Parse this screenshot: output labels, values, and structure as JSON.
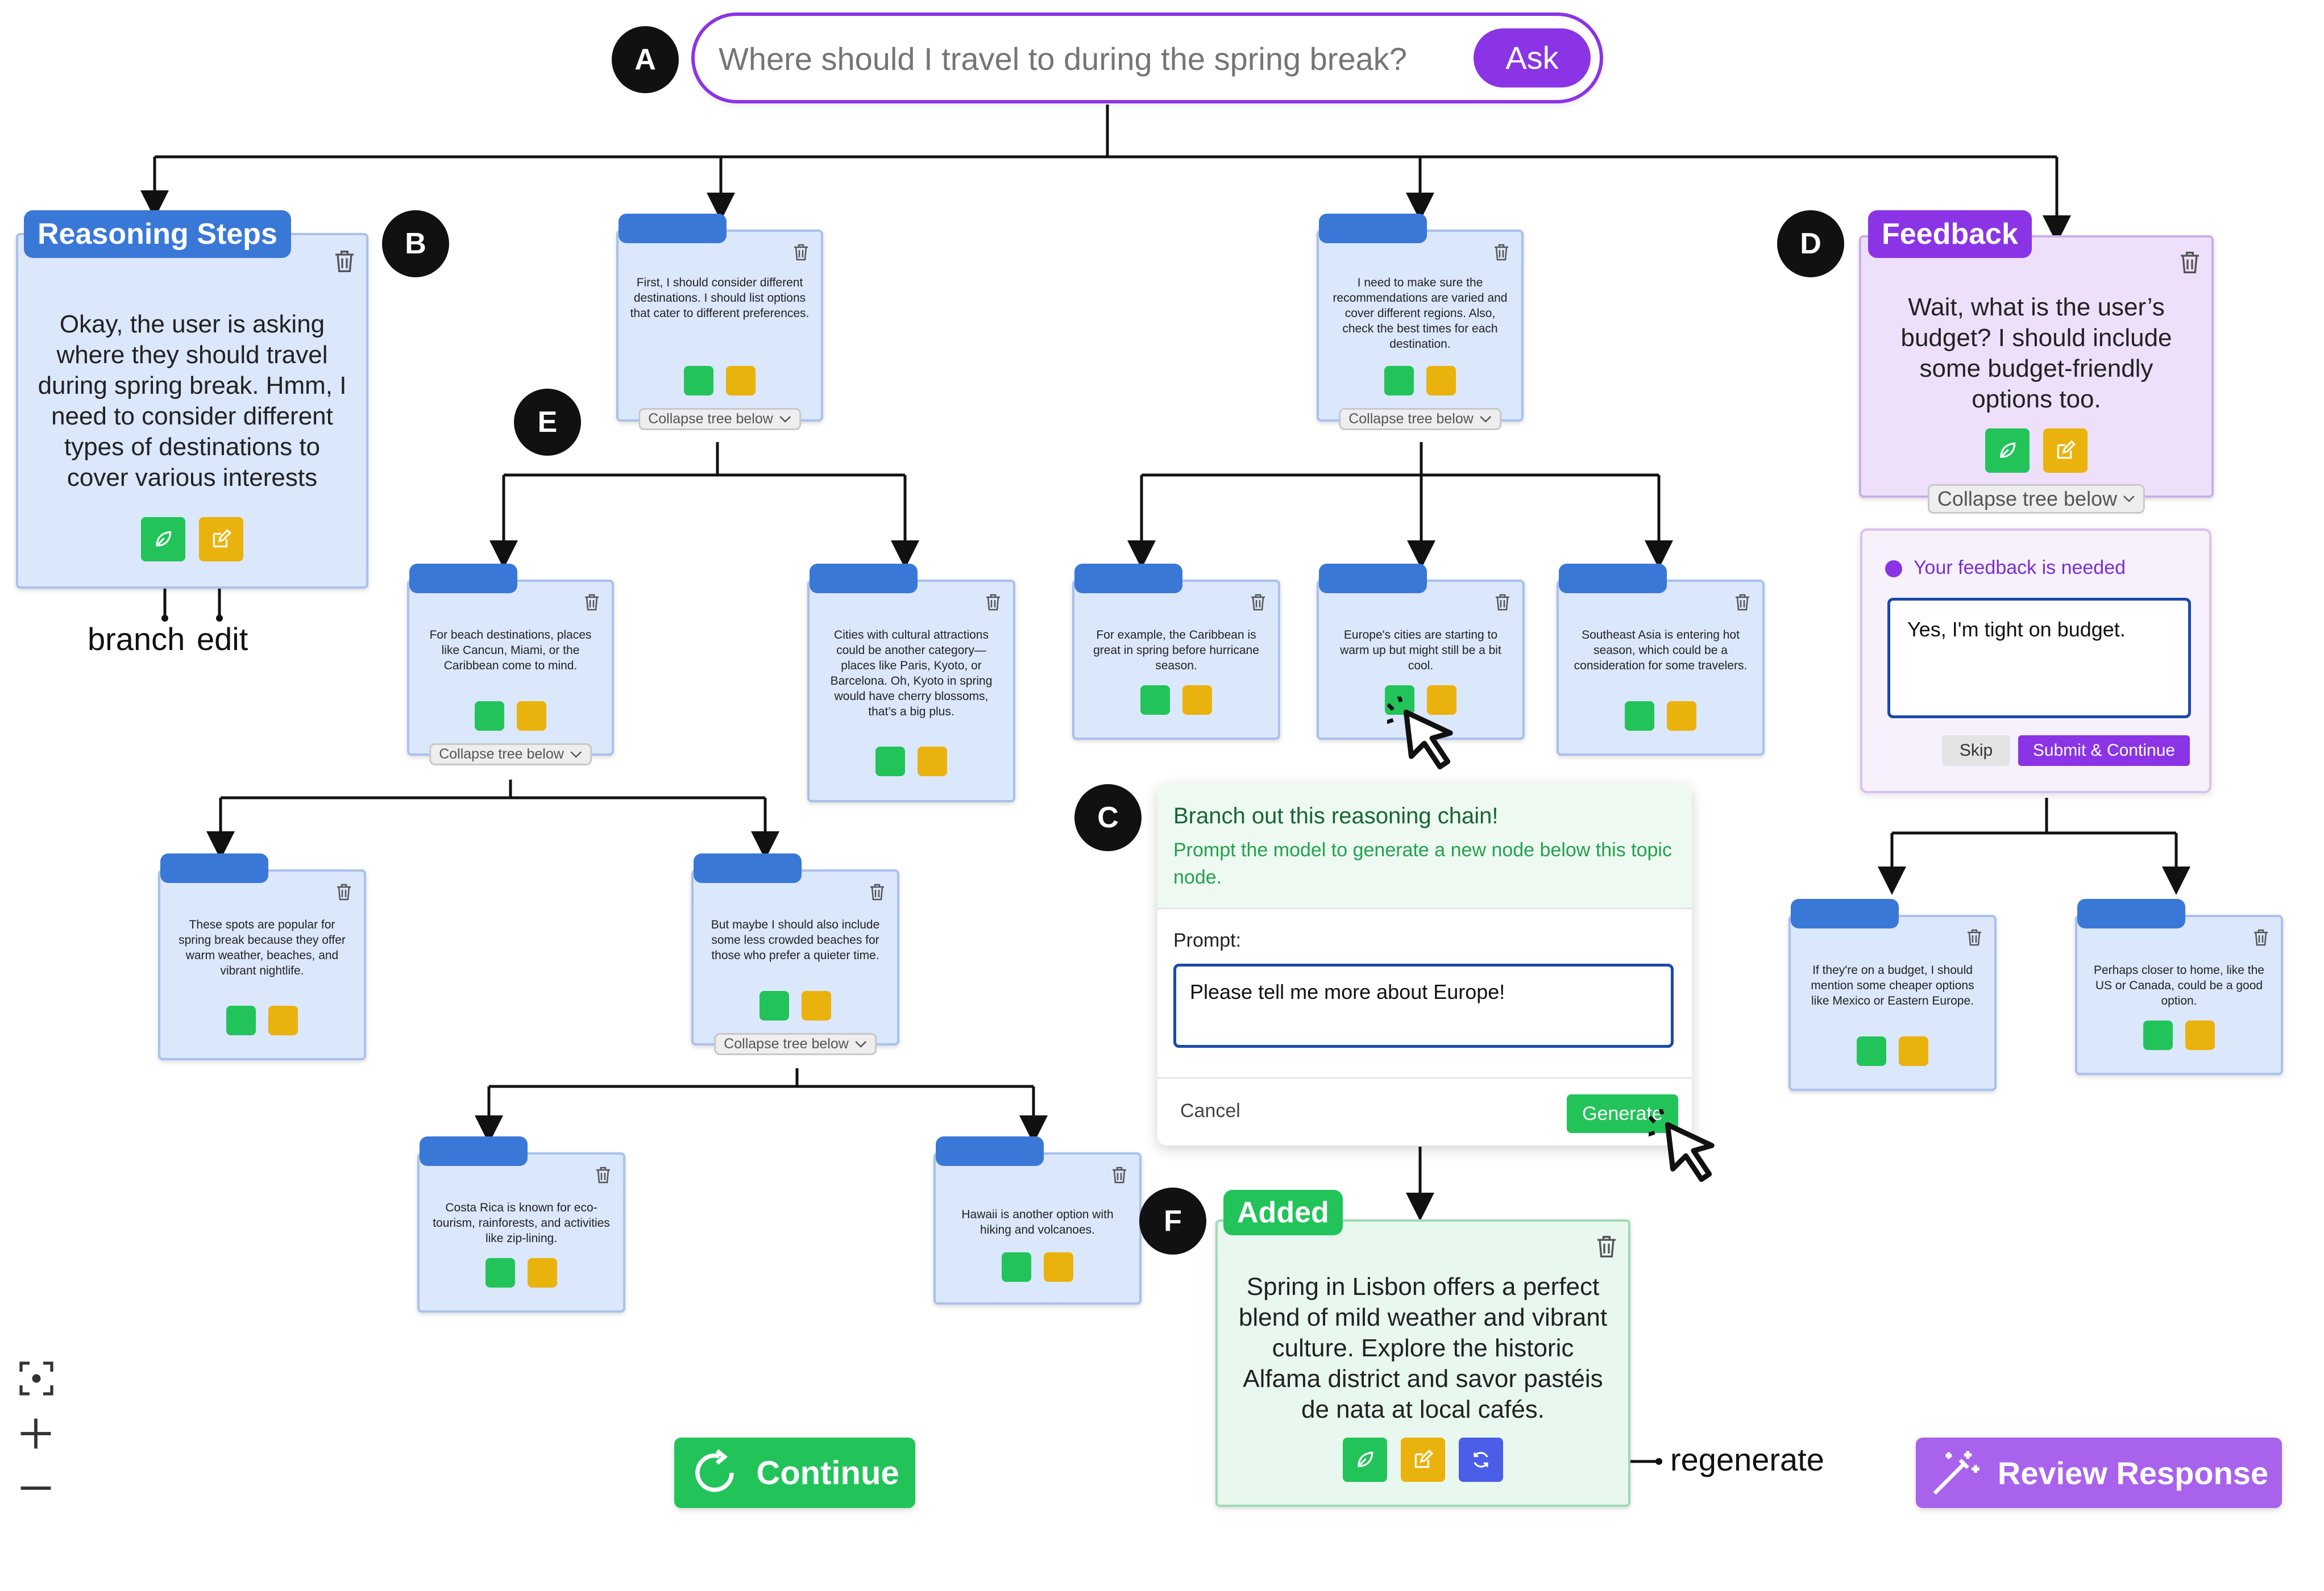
{
  "search": {
    "placeholder": "Where should I travel to during the spring break?",
    "ask_label": "Ask"
  },
  "markers": {
    "a": "A",
    "b": "B",
    "c": "C",
    "d": "D",
    "e": "E",
    "f": "F"
  },
  "reasoning": {
    "label": "Reasoning Steps",
    "text": "Okay, the user is asking where they should travel during spring break. Hmm, I need to consider different types of destinations to cover various interests"
  },
  "feedback_node": {
    "label": "Feedback",
    "text": "Wait, what is the user’s budget? I should include some budget-friendly options too.",
    "collapse": "Collapse tree below"
  },
  "feedback_panel": {
    "title": "Your feedback is needed",
    "input_value": "Yes, I'm tight on budget.",
    "skip_label": "Skip",
    "submit_label": "Submit & Continue"
  },
  "annotations": {
    "branch": "branch",
    "edit": "edit",
    "regenerate": "regenerate"
  },
  "collapse_label": "Collapse tree below",
  "nodes": {
    "n1": "First, I should consider different destinations. I should list options that cater to different preferences.",
    "n2": "I need to make sure the recommendations are varied and cover different regions. Also, check the best times for each destination.",
    "n3": "For beach destinations, places like Cancun, Miami, or the Caribbean come to mind.",
    "n4": "Cities with cultural attractions could be another category—places like Paris, Kyoto, or Barcelona. Oh, Kyoto in spring would have cherry blossoms, that’s a big plus.",
    "n5": "These spots are popular for spring break because they offer warm weather, beaches, and vibrant nightlife.",
    "n6": "But maybe I should also include some less crowded beaches for those who prefer a quieter time.",
    "n7": "Costa Rica is known for eco-tourism, rainforests, and activities like zip-lining.",
    "n8": "Hawaii is another option with hiking and volcanoes.",
    "n9": "For example, the Caribbean is great in spring before hurricane season.",
    "n10": "Europe's cities are starting to warm up but might still be a bit cool.",
    "n11": "Southeast Asia is entering hot season, which could be a consideration for some travelers.",
    "n12": "If they're on a budget, I should mention some cheaper options like Mexico or Eastern Europe.",
    "n13": "Perhaps closer to home, like the US or Canada, could be a good option."
  },
  "branch_dialog": {
    "title": "Branch out this reasoning chain!",
    "subtitle": "Prompt the model to generate a new node below this topic node.",
    "prompt_label": "Prompt:",
    "prompt_value": "Please tell me more about Europe!",
    "cancel_label": "Cancel",
    "generate_label": "Generate"
  },
  "added": {
    "label": "Added",
    "text": "Spring in Lisbon offers a perfect blend of mild weather and vibrant culture. Explore the historic Alfama district and savor pastéis de nata at local cafés."
  },
  "buttons": {
    "continue_label": "Continue",
    "review_label": "Review Response"
  },
  "colors": {
    "blue": "#3a78d8",
    "purple": "#8a34e6",
    "green": "#22c45a",
    "yellow": "#eab20c"
  }
}
